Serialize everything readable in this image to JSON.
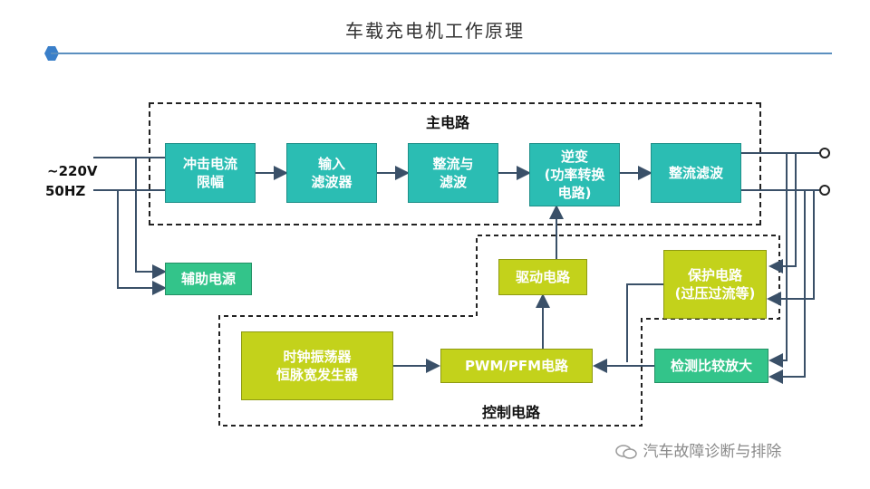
{
  "title": "车载充电机工作原理",
  "regions": {
    "main_label": "主电路",
    "control_label": "控制电路"
  },
  "input": {
    "voltage": "~220V",
    "frequency": "50HZ"
  },
  "blocks": {
    "surge": "冲击电流\n限幅",
    "input_filter": "输入\n滤波器",
    "rectify_filter": "整流与\n滤波",
    "inverter": "逆变\n(功率转换\n电路)",
    "output_filter": "整流滤波",
    "aux_power": "辅助电源",
    "driver": "驱动电路",
    "protection": "保护电路\n(过压过流等)",
    "oscillator": "时钟振荡器\n恒脉宽发生器",
    "pwm": "PWM/PFM电路",
    "detect": "检测比较放大"
  },
  "watermark": "汽车故障诊断与排除",
  "colors": {
    "teal": "#2bbdb3",
    "green": "#33c48a",
    "lime": "#c3d21b",
    "line": "#3a5068"
  }
}
